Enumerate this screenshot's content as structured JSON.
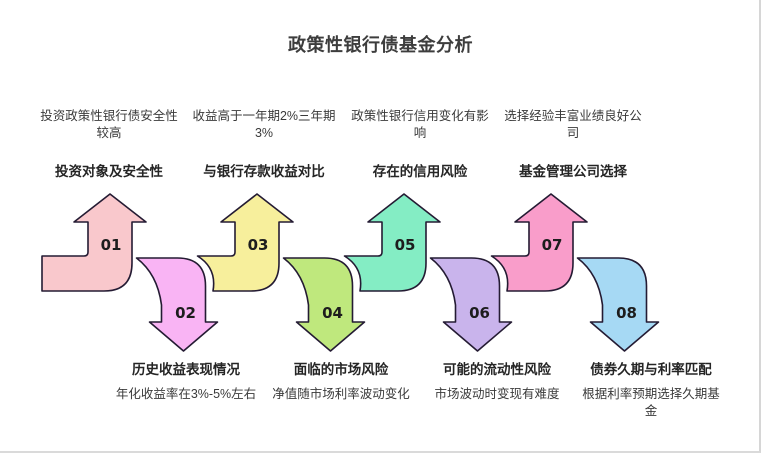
{
  "page": {
    "title": "政策性银行债基金分析"
  },
  "style": {
    "background": "#ffffff",
    "outline_color": "#241b33",
    "number_color": "#1d1d1d"
  },
  "steps": [
    {
      "num": "01",
      "direction": "up",
      "color": "#f9c8cc",
      "title": "投资对象及安全性",
      "desc": "投资政策性银行债安全性\n较高"
    },
    {
      "num": "02",
      "direction": "down",
      "color": "#f9b4f4",
      "title": "历史收益表现情况",
      "desc": "年化收益率在3%-5%左右"
    },
    {
      "num": "03",
      "direction": "up",
      "color": "#f7ef9c",
      "title": "与银行存款收益对比",
      "desc": "收益高于一年期2%三年期\n3%"
    },
    {
      "num": "04",
      "direction": "down",
      "color": "#bfe87d",
      "title": "面临的市场风险",
      "desc": "净值随市场利率波动变化"
    },
    {
      "num": "05",
      "direction": "up",
      "color": "#84edc4",
      "title": "存在的信用风险",
      "desc": "政策性银行信用变化有影\n响"
    },
    {
      "num": "06",
      "direction": "down",
      "color": "#c9b4ec",
      "title": "可能的流动性风险",
      "desc": "市场波动时变现有难度"
    },
    {
      "num": "07",
      "direction": "up",
      "color": "#f99dca",
      "title": "基金管理公司选择",
      "desc": "选择经验丰富业绩良好公\n司"
    },
    {
      "num": "08",
      "direction": "down",
      "color": "#a6d9f4",
      "title": "债券久期与利率匹配",
      "desc": "根据利率预期选择久期基\n金"
    }
  ]
}
